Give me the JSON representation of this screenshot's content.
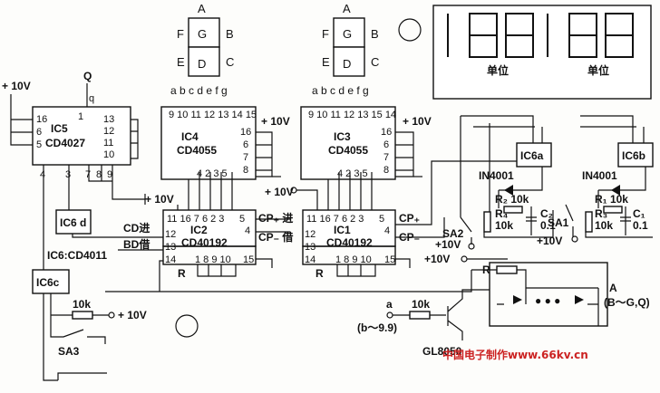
{
  "display": {
    "unit_left": "单位",
    "unit_right": "单位"
  },
  "segment_legend": {
    "top": "A",
    "center": "G",
    "bottom": "D",
    "left_top": "F",
    "left_bottom": "E",
    "right_top": "B",
    "right_bottom": "C"
  },
  "ic5": {
    "name": "IC5",
    "part": "CD4027",
    "q_top": "Q",
    "q_pin": "q",
    "pins_left": [
      "16",
      "6",
      "5"
    ],
    "pins_right": [
      "13",
      "12",
      "11",
      "10"
    ],
    "pin_top": "1",
    "pins_bottom": [
      "4",
      "3",
      "7",
      "8",
      "9"
    ]
  },
  "ic4": {
    "name": "IC4",
    "part": "CD4055",
    "seg_letters": "a b c d e f g",
    "seg_pins": "9 10 11 12 13 14 15",
    "pins_right": [
      "16",
      "6",
      "7",
      "8"
    ],
    "pins_bottom": "4 2 3 5"
  },
  "ic3": {
    "name": "IC3",
    "part": "CD4055",
    "seg_letters": "a b c d e f g",
    "seg_pins": "9 10 11 12 13 15 14",
    "pins_right": [
      "16",
      "6",
      "7",
      "8"
    ],
    "pins_bottom": "4 2 3 5"
  },
  "ic2": {
    "name": "IC2",
    "part": "CD40192",
    "pins_top": "11 16 7 6 2 3",
    "pin_5": "5",
    "pin_4": "4",
    "pins_left": [
      "12",
      "13",
      "14"
    ],
    "pins_bottom": "1 8 9 10",
    "pin_15": "15",
    "r": "R"
  },
  "ic1": {
    "name": "IC1",
    "part": "CD40192",
    "pins_top": "11 16 7 6 2 3",
    "pin_5": "5",
    "pin_4": "4",
    "pins_left": [
      "12",
      "13",
      "14"
    ],
    "pins_bottom": "1 8 9 10",
    "pin_15": "15",
    "r": "R"
  },
  "ic6a": {
    "name": "IC6a"
  },
  "ic6b": {
    "name": "IC6b"
  },
  "ic6c": {
    "name": "IC6c"
  },
  "ic6d": {
    "name": "IC6 d"
  },
  "labels": {
    "plus10v_left": "+ 10V",
    "plus10v_ic4": "+ 10V",
    "plus10v_ic3": "+ 10V",
    "plus10v_ic2": "+ 10V",
    "plus10v_ic1": "+ 10V",
    "plus10v_sa2": "+10V",
    "plus10v_sa1": "+10V",
    "plus10v_bottom": "+10V",
    "plus10v_sa3": "+ 10V",
    "cd_jin": "CD进",
    "bd_jie": "BD借",
    "cp_plus_jin": "CP₊ 进",
    "cp_minus_jie": "CP₋ 借",
    "cp_plus": "CP₊",
    "cp_minus": "CP₋",
    "ic6_note": "IC6:CD4011",
    "sa1": "SA1",
    "sa2": "SA2",
    "sa3": "SA3",
    "in4001_a": "IN4001",
    "in4001_b": "IN4001",
    "r2": "R₂ 10k",
    "r4": "R₄",
    "r4v": "10k",
    "c2": "C₂",
    "c2v": "0.1",
    "r1": "R₁ 10k",
    "r3": "R₃",
    "r3v": "10k",
    "c1": "C₁",
    "c1v": "0.1",
    "r_pullup": "R",
    "r10k_sa3": "10k",
    "r10k_base": "10k",
    "a_in": "a",
    "b_range": "(b～9.9)",
    "transistor": "GL8050",
    "a_out": "A",
    "a_out_range": "(B～G,Q)",
    "dots": "● ● ●"
  },
  "watermark": "中国电子制作www.66kv.cn"
}
